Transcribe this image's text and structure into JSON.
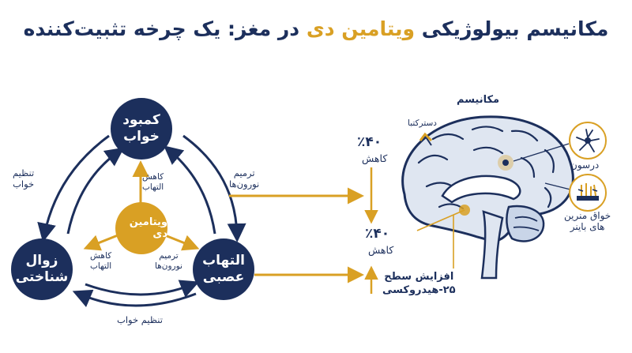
{
  "title": {
    "part1": "مکانیسم بیولوژیکی",
    "highlight": "ویتامین دی",
    "part2": "در مغز: یک چرخه تثبیت‌کننده"
  },
  "cycle": {
    "top_node": [
      "کمبود",
      "خواب"
    ],
    "left_node": [
      "زوال",
      "شناختی"
    ],
    "right_node": [
      "التهاب",
      "عصبی"
    ],
    "center_node": "ویتامین دی",
    "label_left_outer": [
      "تنظیم",
      "خواب"
    ],
    "label_right_outer": [
      "ترمیم",
      "نورون‌ها"
    ],
    "label_bottom_outer": "تنظیم خواب",
    "label_center_up": [
      "کاهش",
      "التهاب"
    ],
    "label_center_left": [
      "کاهش",
      "التهاب"
    ],
    "label_center_right": [
      "ترمیم",
      "نورون‌ها"
    ]
  },
  "mechanism": {
    "heading": "مکانیسم",
    "stat_top_value": "٪۴۰",
    "stat_top_label": "کاهش",
    "stat_bottom_value": "٪۴۰",
    "stat_bottom_label": "کاهش",
    "astrocyte_label": "دسترکتبا",
    "increase_label": [
      "افزایش سطح",
      "۲۵-هیدروکسی"
    ],
    "neuron_label": "درسون",
    "barrier_label": [
      "خواق منرین",
      "های باینر"
    ]
  },
  "colors": {
    "navy": "#1c2f5c",
    "gold": "#d9a024",
    "brain": "#dfe6f1"
  }
}
